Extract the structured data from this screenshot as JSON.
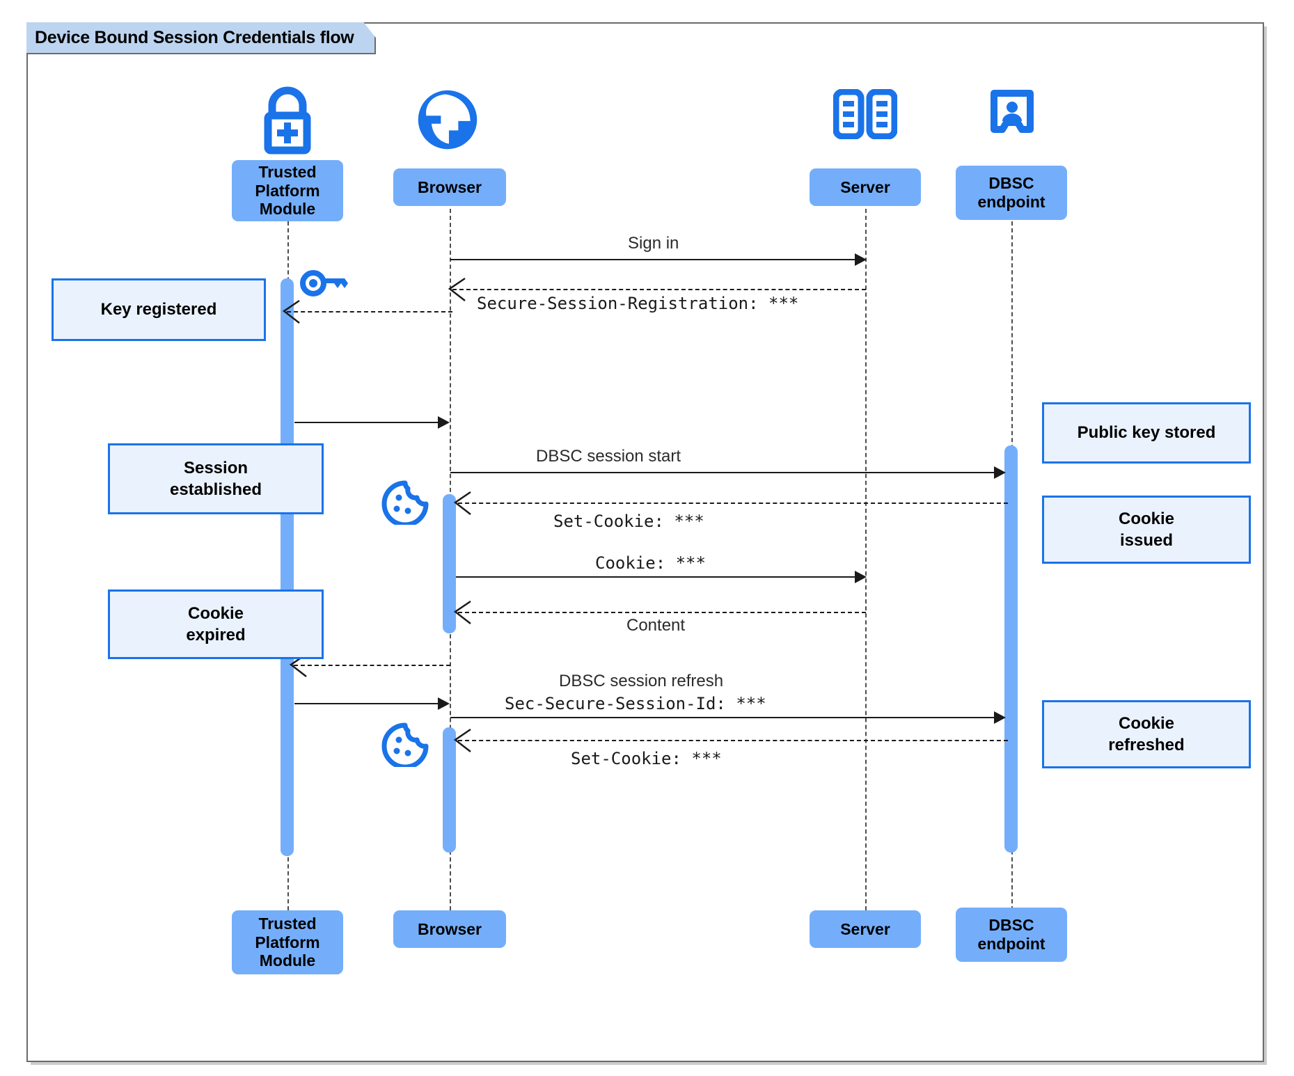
{
  "frame": {
    "title": "Device Bound Session Credentials flow",
    "label_bg": "#bdd4f0",
    "border_color": "#6b6b6b"
  },
  "colors": {
    "participant_fill": "#74aefb",
    "activation_fill": "#74aefb",
    "note_fill": "#eaf2fe",
    "note_border": "#1a73e8",
    "icon_blue": "#1a73e8",
    "line": "#1a1a1a"
  },
  "participants": [
    {
      "id": "tpm",
      "name": "Trusted Platform Module",
      "label": "Trusted\nPlatform\nModule",
      "icon": "lock-plus-icon"
    },
    {
      "id": "browser",
      "name": "Browser",
      "label": "Browser",
      "icon": "globe-icon"
    },
    {
      "id": "server",
      "name": "Server",
      "label": "Server",
      "icon": "servers-icon"
    },
    {
      "id": "dbsc",
      "name": "DBSC endpoint",
      "label": "DBSC\nendpoint",
      "icon": "id-badge-icon"
    }
  ],
  "messages": [
    {
      "id": "m1",
      "label": "Sign in",
      "style": "sans",
      "from": "browser",
      "to": "server",
      "kind": "solid"
    },
    {
      "id": "m2",
      "label": "Secure-Session-Registration: ***",
      "style": "mono",
      "from": "server",
      "to": "browser",
      "kind": "dashed"
    },
    {
      "id": "m3",
      "label": "",
      "style": "sans",
      "from": "tpm",
      "to": "browser",
      "kind": "solid"
    },
    {
      "id": "m4",
      "label": "DBSC session start",
      "style": "sans",
      "from": "browser",
      "to": "dbsc",
      "kind": "solid"
    },
    {
      "id": "m5",
      "label": "Set-Cookie: ***",
      "style": "mono",
      "from": "dbsc",
      "to": "browser",
      "kind": "dashed"
    },
    {
      "id": "m6",
      "label": "Cookie: ***",
      "style": "mono",
      "from": "browser",
      "to": "server",
      "kind": "solid"
    },
    {
      "id": "m7",
      "label": "Content",
      "style": "sans",
      "from": "server",
      "to": "browser",
      "kind": "dashed"
    },
    {
      "id": "m8",
      "label": "",
      "style": "sans",
      "from": "browser",
      "to": "tpm",
      "kind": "dashed"
    },
    {
      "id": "m9",
      "label": "DBSC session refresh",
      "style": "sans",
      "from": "tpm",
      "to": "dbsc",
      "kind": "solid"
    },
    {
      "id": "m10",
      "label": "Sec-Secure-Session-Id: ***",
      "style": "mono",
      "from": "tpm",
      "to": "dbsc",
      "kind": "solid"
    },
    {
      "id": "m11",
      "label": "Set-Cookie: ***",
      "style": "mono",
      "from": "dbsc",
      "to": "browser",
      "kind": "dashed"
    }
  ],
  "notes": [
    {
      "id": "n1",
      "label": "Key registered",
      "side": "left"
    },
    {
      "id": "n2",
      "label": "Session\nestablished",
      "side": "left"
    },
    {
      "id": "n3",
      "label": "Cookie\nexpired",
      "side": "left"
    },
    {
      "id": "n4",
      "label": "Public key stored",
      "side": "right"
    },
    {
      "id": "n5",
      "label": "Cookie\nissued",
      "side": "right"
    },
    {
      "id": "n6",
      "label": "Cookie\nrefreshed",
      "side": "right"
    }
  ],
  "floating_icons": [
    {
      "id": "f1",
      "name": "key-icon"
    },
    {
      "id": "f2",
      "name": "cookie-icon"
    },
    {
      "id": "f3",
      "name": "cookie-icon"
    }
  ]
}
